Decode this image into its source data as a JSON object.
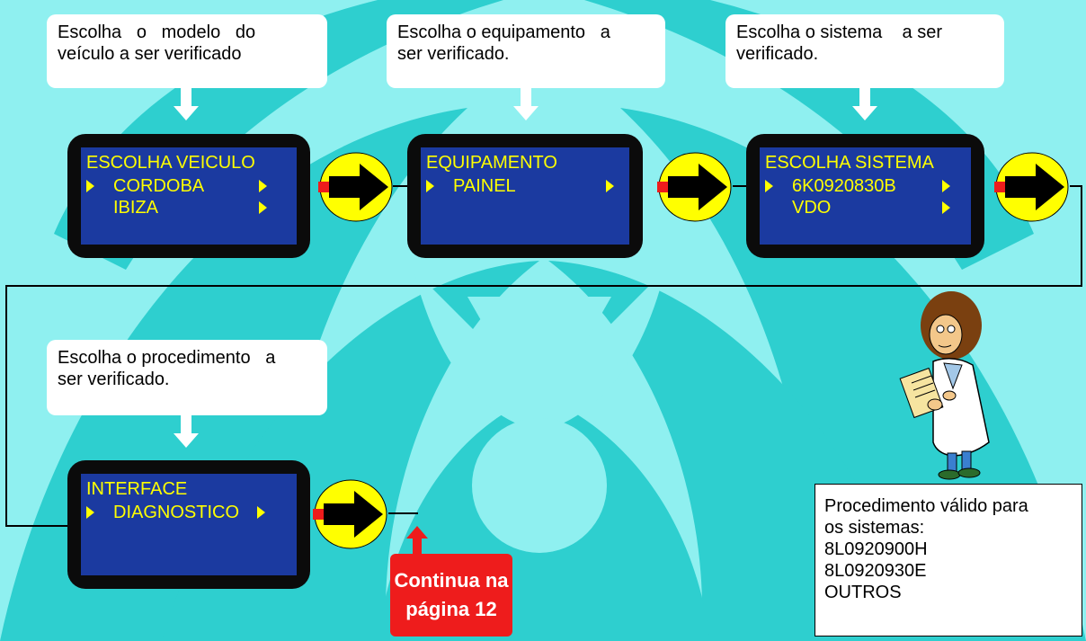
{
  "colors": {
    "background": "#8ff0f0",
    "pattern": "#2ecfcf",
    "screen_bg": "#1b3aa0",
    "screen_text": "#ffff00",
    "arrow_circle": "#ffff00",
    "badge": "#ee1c1c"
  },
  "callouts": {
    "vehicle": {
      "line1": "Escolha   o   modelo   do",
      "line2": "veículo a ser verificado"
    },
    "equipment": {
      "line1": "Escolha o equipamento   a",
      "line2": "ser verificado."
    },
    "system": {
      "line1": "Escolha o sistema    a ser",
      "line2": "verificado."
    },
    "procedure": {
      "line1": "Escolha o procedimento   a",
      "line2": "ser verificado."
    }
  },
  "screens": {
    "vehicle": {
      "title": "ESCOLHA VEICULO",
      "items": [
        "CORDOBA",
        "IBIZA"
      ]
    },
    "equipment": {
      "title": "EQUIPAMENTO",
      "items": [
        "PAINEL"
      ]
    },
    "system": {
      "title": "ESCOLHA SISTEMA",
      "items": [
        "6K0920830B",
        "VDO"
      ]
    },
    "interface": {
      "title": "INTERFACE",
      "items": [
        "DIAGNOSTICO"
      ]
    }
  },
  "continue_badge": {
    "line1": "Continua na",
    "line2": "página 12"
  },
  "info": {
    "line1": "Procedimento válido para",
    "line2": "os sistemas:",
    "line3": "8L0920900H",
    "line4": "8L0920930E",
    "line5": "OUTROS"
  },
  "icons": [
    "down-arrow-icon",
    "right-arrow-icon",
    "selection-triangle-icon",
    "doctor-with-clipboard-icon"
  ]
}
